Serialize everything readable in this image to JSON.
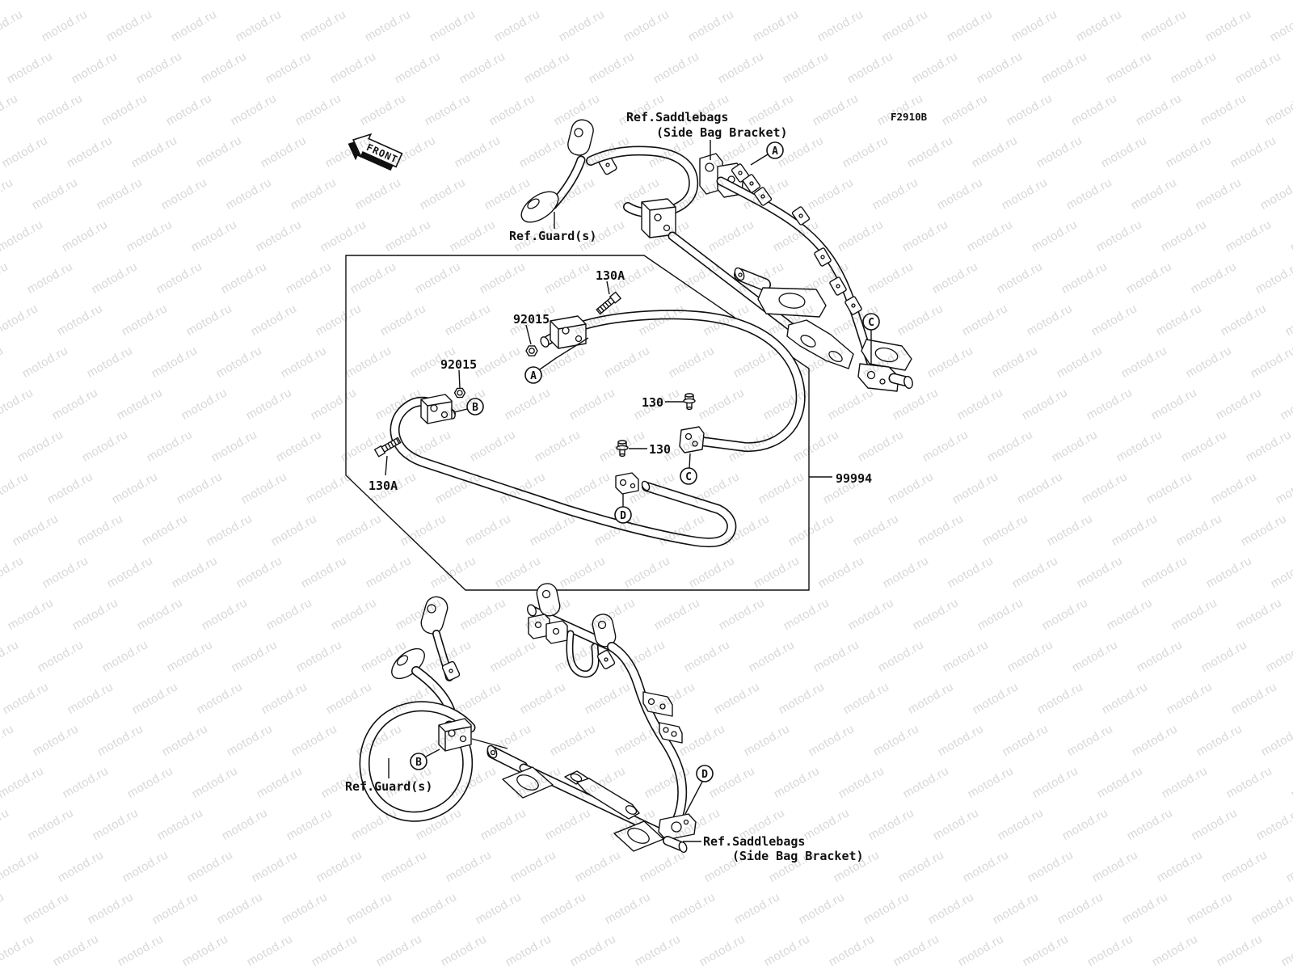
{
  "watermark": {
    "text": "motod.ru",
    "color": "#d8d8d8"
  },
  "page": {
    "figure_code": "F2910B",
    "front_arrow": "FRONT",
    "kit_part_number": "99994"
  },
  "references": {
    "guard": "Ref.Guard(s)",
    "saddlebags_line1": "Ref.Saddlebags",
    "saddlebags_line2": "(Side Bag Bracket)"
  },
  "parts": {
    "bolt_flanged": "130",
    "bolt_socket": "130A",
    "nut_flanged": "92015"
  },
  "callouts": {
    "a": "A",
    "b": "B",
    "c": "C",
    "d": "D"
  }
}
